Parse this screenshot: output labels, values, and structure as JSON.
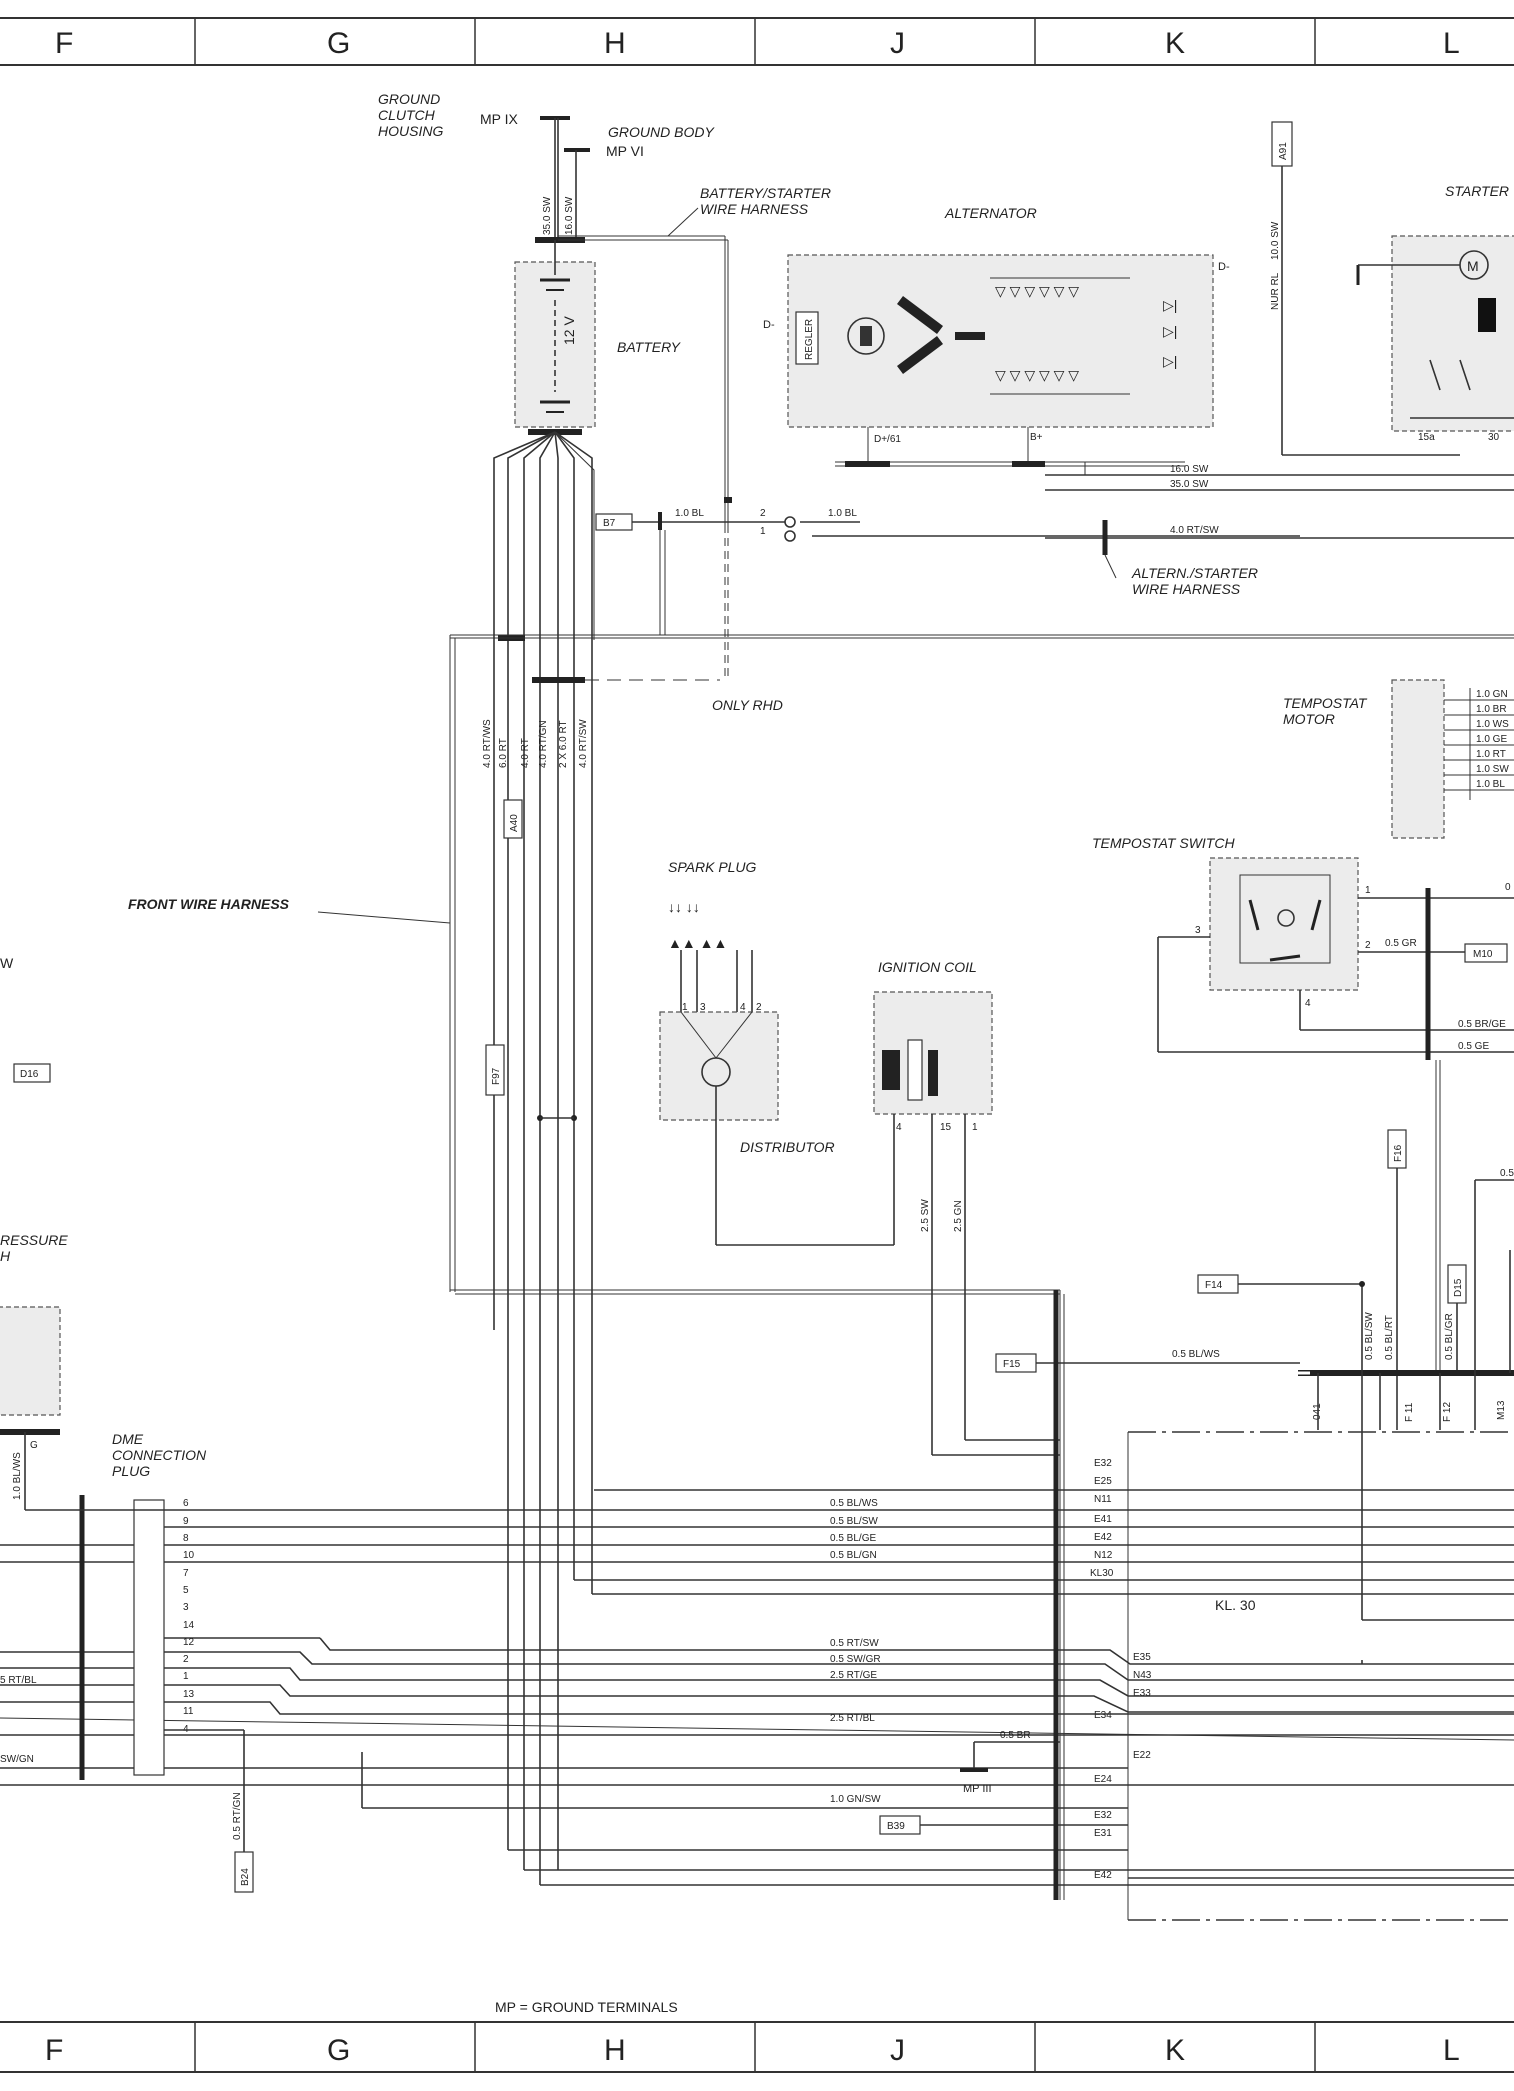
{
  "grid": {
    "columns": [
      "F",
      "G",
      "H",
      "J",
      "K",
      "L"
    ],
    "footer_note": "MP = GROUND TERMINALS"
  },
  "labels": {
    "ground_clutch_housing": [
      "GROUND",
      "CLUTCH",
      "HOUSING"
    ],
    "mp_ix": "MP IX",
    "ground_body": "GROUND BODY",
    "mp_vi": "MP VI",
    "battery_starter_harness": [
      "BATTERY/STARTER",
      "WIRE HARNESS"
    ],
    "alternator": "ALTERNATOR",
    "starter": "STARTER",
    "battery": "BATTERY",
    "battery_voltage": "12 V",
    "regler": "REGLER",
    "alt_d_minus_left": "D-",
    "alt_d_minus_right": "D-",
    "alt_d_plus": "D+/61",
    "alt_b_plus": "B+",
    "altern_starter_harness": [
      "ALTERN./STARTER",
      "WIRE HARNESS"
    ],
    "only_rhd": "ONLY RHD",
    "front_wire_harness": "FRONT WIRE HARNESS",
    "spark_plug": "SPARK PLUG",
    "distributor": "DISTRIBUTOR",
    "ignition_coil": "IGNITION COIL",
    "tempostat_motor": [
      "TEMPOSTAT",
      "MOTOR"
    ],
    "tempostat_switch": "TEMPOSTAT SWITCH",
    "pressure_switch": [
      "RESSURE",
      "H"
    ],
    "dme_plug": [
      "DME",
      "CONNECTION",
      "PLUG"
    ],
    "kl30": "KL. 30",
    "mp_iii": "MP III",
    "starter_15a": "15a",
    "starter_30": "30",
    "cut_w": "W",
    "cut_0": "0",
    "cut_05": "0.5"
  },
  "connectors": [
    "A91",
    "A40",
    "B7",
    "F97",
    "D16",
    "M10",
    "F16",
    "F14",
    "F15",
    "D15",
    "B39",
    "B24"
  ],
  "wires": {
    "ground_a": "35.0 SW",
    "ground_b": "16.0 SW",
    "starter_a": "10.0 SW",
    "starter_b": "NUR RL",
    "alt_b1": "16.0 SW",
    "alt_b2": "35.0 SW",
    "a40_1": "1.0 BL",
    "a40_2": "1.0 BL",
    "alt_rt": "4.0 RT/SW",
    "plug2": "2",
    "plug1": "1",
    "harness": [
      "4.0 RT/WS",
      "6.0 RT",
      "4.0 RT",
      "4.0 RT/GN",
      "2 X 6.0 RT",
      "4.0 RT/SW"
    ],
    "tempostat_motor": [
      "1.0 GN",
      "1.0 BR",
      "1.0 WS",
      "1.0 GE",
      "1.0 RT",
      "1.0 SW",
      "1.0 BL"
    ],
    "ts_gr": "0.5 GR",
    "ts_brge": "0.5 BR/GE",
    "ts_ge": "0.5 GE",
    "coil_a": "2.5 SW",
    "coil_b": "2.5 GN",
    "coil_pins": [
      "4",
      "15",
      "1"
    ],
    "dist_pins": [
      "1",
      "3",
      "4",
      "2"
    ],
    "ts_pins": [
      "1",
      "2",
      "3",
      "4"
    ],
    "f15": "0.5 BL/WS",
    "k_vert": [
      "0.5 BL/SW",
      "0.5 BL/RT",
      "0.5 BL/GR"
    ],
    "pins_top": [
      "041",
      "F 11",
      "F 12",
      "M13"
    ],
    "bus_wires": [
      "0.5 BL/WS",
      "0.5 BL/SW",
      "0.5 BL/GE",
      "0.5 BL/GN"
    ],
    "bus_wires2": [
      "0.5 RT/SW",
      "0.5 SW/GR",
      "2.5 RT/GE",
      "2.5 RT/BL"
    ],
    "mp3_wire": "0.5 BR",
    "b39_wire": "1.0 GN/SW",
    "b24_wire": "0.5 RT/GN",
    "left_bl_ws": "1.0 BL/WS",
    "left_rt_bl": "5 RT/BL",
    "left_sw_gn": "SW/GN",
    "left_g": "G"
  },
  "dme_pins": [
    "6",
    "9",
    "8",
    "10",
    "7",
    "5",
    "3",
    "14",
    "12",
    "2",
    "1",
    "13",
    "11",
    "4"
  ],
  "ecu_pins": [
    "E32",
    "E25",
    "N11",
    "E41",
    "E42",
    "N12",
    "KL30",
    "E35",
    "N43",
    "E33",
    "E34",
    "E22",
    "E24",
    "E32",
    "E31",
    "E42"
  ]
}
